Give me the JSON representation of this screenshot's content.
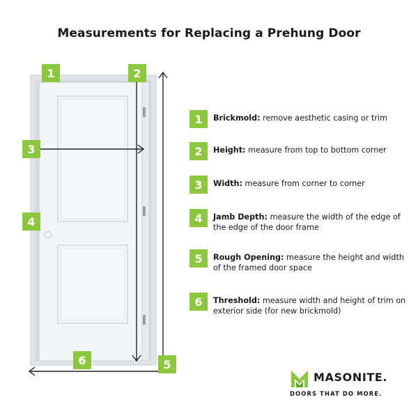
{
  "title": "Measurements for Replacing a Prehung Door",
  "badges": {
    "b1": "1",
    "b2": "2",
    "b3": "3",
    "b4": "4",
    "b5": "5",
    "b6": "6"
  },
  "legend": [
    {
      "num": "1",
      "term": "Brickmold:",
      "desc": " remove aesthetic casing or trim"
    },
    {
      "num": "2",
      "term": "Height:",
      "desc": " measure from top to bottom corner"
    },
    {
      "num": "3",
      "term": "Width:",
      "desc": " measure from corner to corner"
    },
    {
      "num": "4",
      "term": "Jamb Depth:",
      "desc": " measure the width of the edge of the edge of the door frame"
    },
    {
      "num": "5",
      "term": "Rough Opening:",
      "desc": " measure the height and width of the framed door space"
    },
    {
      "num": "6",
      "term": "Threshold:",
      "desc": " measure width and height of trim on exterior side (for new brickmold)"
    }
  ],
  "brand": {
    "name": "MASONITE.",
    "tagline": "DOORS THAT DO MORE."
  },
  "colors": {
    "accent": "#8dc63f",
    "frame": "#dfe3e6",
    "door": "#f2f4f5"
  }
}
